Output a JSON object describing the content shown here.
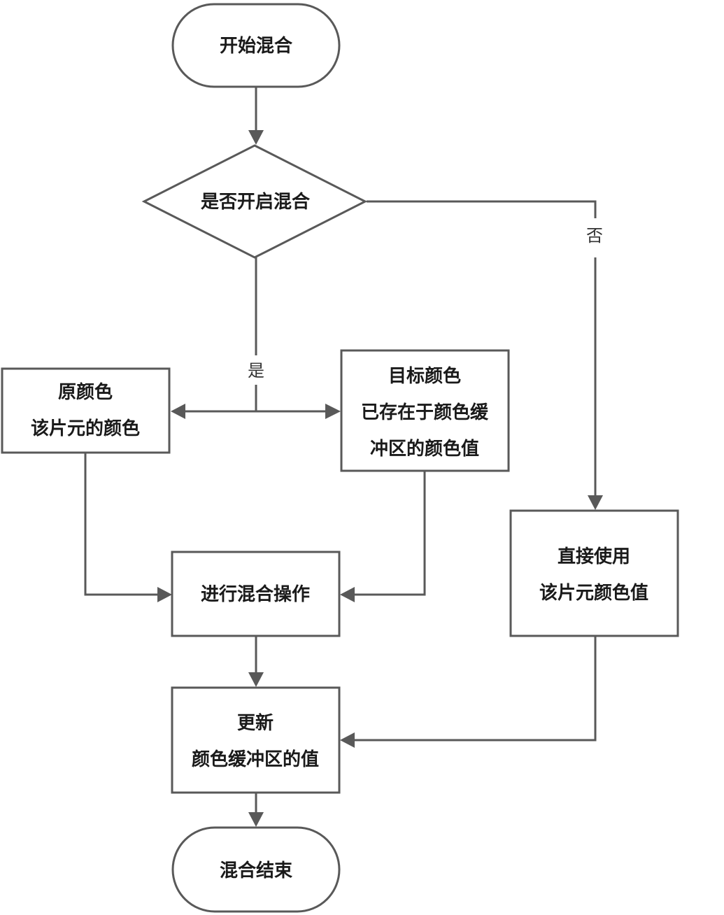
{
  "nodes": {
    "start": {
      "lines": [
        "开始混合"
      ]
    },
    "decision": {
      "lines": [
        "是否开启混合"
      ]
    },
    "source": {
      "lines": [
        "原颜色",
        "该片元的颜色"
      ]
    },
    "dest": {
      "lines": [
        "目标颜色",
        "已存在于颜色缓",
        "冲区的颜色值"
      ]
    },
    "direct": {
      "lines": [
        "直接使用",
        "该片元颜色值"
      ]
    },
    "blend": {
      "lines": [
        "进行混合操作"
      ]
    },
    "update": {
      "lines": [
        "更新",
        "颜色缓冲区的值"
      ]
    },
    "end": {
      "lines": [
        "混合结束"
      ]
    }
  },
  "edge_labels": {
    "yes": "是",
    "no": "否"
  },
  "colors": {
    "stroke": "#595959",
    "text": "#1a1a1a",
    "background": "#ffffff"
  }
}
